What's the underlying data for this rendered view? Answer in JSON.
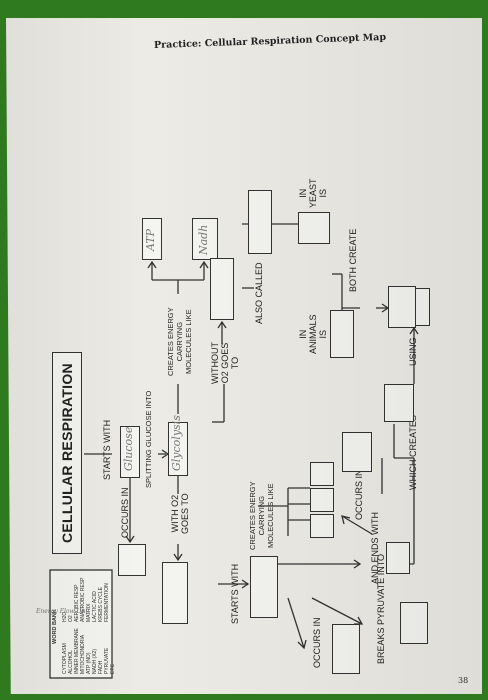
{
  "practice_title": "Practice: Cellular Respiration Concept Map",
  "main_title": "CELLULAR RESPIRATION",
  "word_bank": {
    "title": "WORD BANK",
    "col1": [
      "CYTOPLASM",
      "ALCOHOL",
      "INNER MEMBRANE",
      "MITOCHONDRIA",
      "ATP (NO)",
      "NADH (X2)",
      "FADH",
      "PYRUVATE",
      "ETC"
    ],
    "col2": [
      "H2O",
      "O2",
      "AEROBIC RESP",
      "ANAEROBIC RESP",
      "MATRIX",
      "LACTIC ACID",
      "KREBS CYCLE",
      "FERMENTATION"
    ]
  },
  "labels": {
    "starts_with_top": "STARTS WITH",
    "occurs_in_top": "OCCURS IN",
    "splitting": "SPLITTING GLUCOSE INTO",
    "creates_energy_1": "CREATES ENERGY",
    "creates_energy_2": "CARRYING",
    "creates_energy_3": "MOLECULES LIKE",
    "with_o2_1": "WITH O2",
    "with_o2_2": "GOES TO",
    "without_o2_1": "WITHOUT",
    "without_o2_2": "O2 GOES",
    "without_o2_3": "TO",
    "starts_with_mid": "STARTS WITH",
    "occurs_in_mid": "OCCURS IN",
    "mid_creates_1": "CREATES ENERGY",
    "mid_creates_2": "CARRYING",
    "mid_creates_3": "MOLECULES LIKE",
    "breaks_pyruvate": "BREAKS PYRUVATE INTO",
    "and_ends_with": "AND ENDS WITH",
    "occurs_in_low": "OCCURS IN",
    "which_creates": "WHICH CREATES",
    "using": "USING",
    "also_called": "ALSO CALLED",
    "in_animals_1": "IN",
    "in_animals_2": "ANIMALS",
    "in_animals_3": "IS",
    "in_yeast_1": "IN",
    "in_yeast_2": "YEAST",
    "in_yeast_3": "IS",
    "both_create": "BOTH CREATE"
  },
  "handwritten": {
    "glucose": "Glucose",
    "glycolysis": "Glycolysis",
    "atp": "ATP",
    "nadh": "Nadh"
  },
  "page_number": "38",
  "signature": "Energy Flow Unit"
}
